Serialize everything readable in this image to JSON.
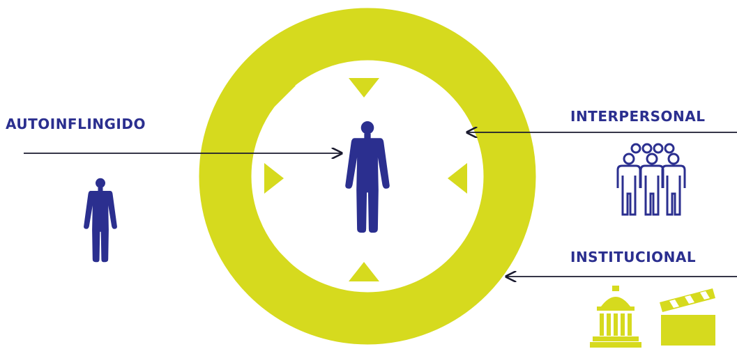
{
  "labels": {
    "autoinflingido": "AUTOINFLINGIDO",
    "interpersonal": "INTERPERSONAL",
    "institucional": "INSTITUCIONAL"
  },
  "colors": {
    "ring": "#d6da1e",
    "figure": "#2b2f8f",
    "icon_yellow": "#d6da1e",
    "arrow_line": "#1a1a2e"
  },
  "icons": [
    "person-icon",
    "group-of-people-icon",
    "institution-building-icon",
    "clapperboard-icon"
  ]
}
